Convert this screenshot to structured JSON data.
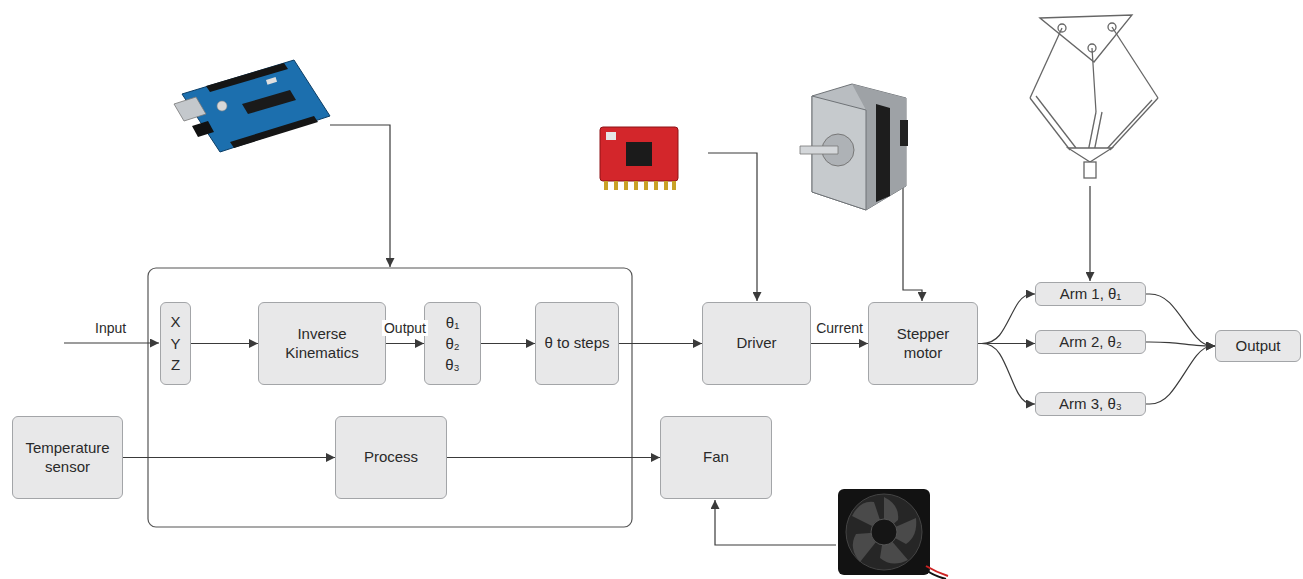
{
  "diagram": {
    "nodes": [
      {
        "text": [
          "X Y Z"
        ]
      },
      {
        "text": [
          "Inverse Kinematics"
        ]
      },
      {
        "text": [
          "θ₁ θ₂ θ₃"
        ]
      },
      {
        "text": [
          "θ to steps"
        ]
      },
      {
        "text": [
          "Temperature sensor"
        ]
      },
      {
        "text": [
          "Process"
        ]
      },
      {
        "text": [
          "Driver"
        ]
      },
      {
        "text": [
          "Fan"
        ]
      },
      {
        "text": [
          "Stepper motor"
        ]
      },
      {
        "text": [
          "Arm 1, θ₁"
        ]
      },
      {
        "text": [
          "Arm 2, θ₂"
        ]
      },
      {
        "text": [
          "Arm 3, θ₃"
        ]
      },
      {
        "text": [
          "Output"
        ]
      }
    ],
    "edges": [
      {
        "from": 0,
        "to": 1,
        "arrow": "to"
      },
      {
        "from": 1,
        "to": 2,
        "label": "Output",
        "arrow": "to"
      },
      {
        "from": 2,
        "to": 3,
        "arrow": "to"
      },
      {
        "from": 3,
        "to": 6,
        "arrow": "to"
      },
      {
        "from": 6,
        "to": 8,
        "label": "Current",
        "arrow": "to"
      },
      {
        "from": 8,
        "to": 9,
        "arrow": "to"
      },
      {
        "from": 8,
        "to": 10,
        "arrow": "to"
      },
      {
        "from": 8,
        "to": 11,
        "arrow": "to"
      },
      {
        "from": 9,
        "to": 12,
        "arrow": "to"
      },
      {
        "from": 10,
        "to": 12,
        "arrow": "to"
      },
      {
        "from": 11,
        "to": 12,
        "arrow": "to"
      },
      {
        "from": 4,
        "to": 5,
        "arrow": "to"
      },
      {
        "from": 5,
        "to": 7,
        "arrow": "to"
      }
    ],
    "labels": [
      "Input"
    ]
  }
}
